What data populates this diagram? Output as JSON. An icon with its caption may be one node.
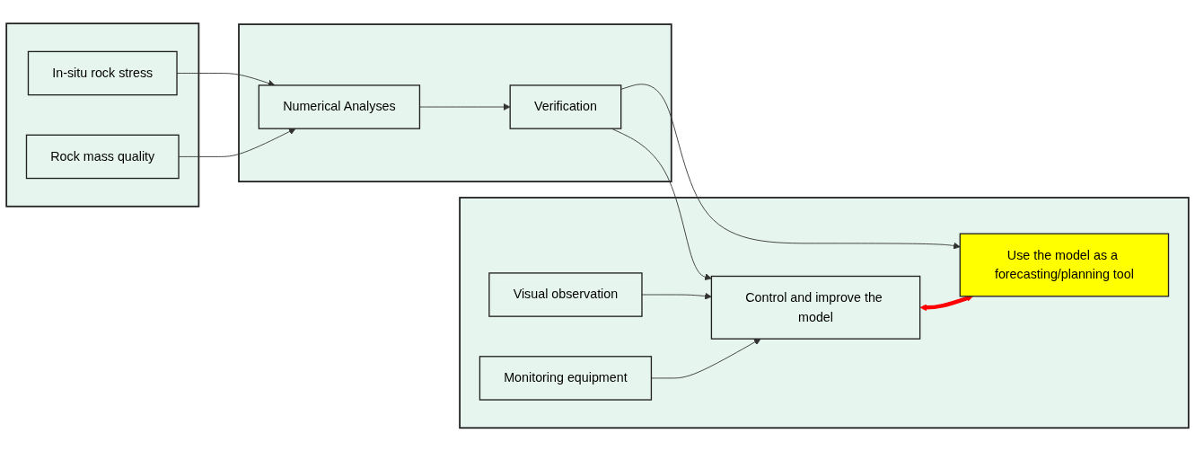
{
  "diagram": {
    "nodes": [
      {
        "text": [],
        "shape": "box"
      },
      {
        "text": [
          "In-situ rock stress"
        ],
        "in": 0
      },
      {
        "text": [
          "Rock mass quality"
        ],
        "in": 0
      },
      {
        "text": [],
        "shape": "box"
      },
      {
        "text": [
          "Numerical Analyses"
        ],
        "in": 3
      },
      {
        "text": [
          "Verification"
        ],
        "in": 3
      },
      {
        "text": [],
        "shape": "box"
      },
      {
        "text": [
          "Visual observation"
        ],
        "in": 6
      },
      {
        "text": [
          "Monitoring equipment"
        ],
        "in": 6
      },
      {
        "text": [
          "Control and improve the model"
        ],
        "in": 6
      },
      {
        "text": [
          "Use the model as a forecasting/planning tool"
        ],
        "in": 6
      }
    ],
    "edges": [
      {
        "from": 1,
        "to": 4,
        "arrow": "to"
      },
      {
        "from": 2,
        "to": 4,
        "arrow": "to"
      },
      {
        "from": 4,
        "to": 5,
        "arrow": "to"
      },
      {
        "from": 5,
        "to": 9,
        "arrow": "to"
      },
      {
        "from": 5,
        "to": 10,
        "arrow": "to"
      },
      {
        "from": 7,
        "to": 9,
        "arrow": "to"
      },
      {
        "from": 8,
        "to": 9,
        "arrow": "to"
      },
      {
        "from": 9,
        "to": 10,
        "arrow": "both",
        "style": "thick",
        "color": "#ff0000"
      }
    ]
  }
}
